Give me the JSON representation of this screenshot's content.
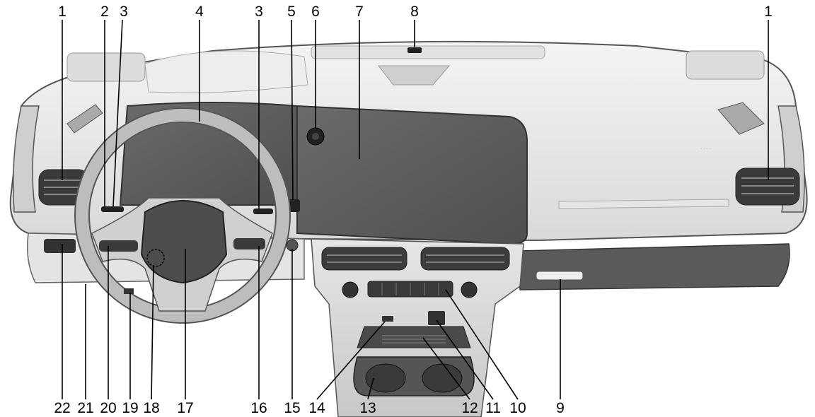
{
  "callouts": {
    "c1_left": "1",
    "c2": "2",
    "c3_left": "3",
    "c4": "4",
    "c3_right": "3",
    "c5": "5",
    "c6": "6",
    "c7": "7",
    "c8": "8",
    "c1_right": "1",
    "c22": "22",
    "c21": "21",
    "c20": "20",
    "c19": "19",
    "c18": "18",
    "c17": "17",
    "c16": "16",
    "c15": "15",
    "c14": "14",
    "c13": "13",
    "c12": "12",
    "c11": "11",
    "c10": "10",
    "c9": "9"
  },
  "colors": {
    "dash_light": "#ececec",
    "dash_mid": "#d6d6d6",
    "dash_dark": "#555555",
    "screen": "#5f5f5f",
    "trim": "#9a9a9a",
    "outline": "#333333"
  }
}
